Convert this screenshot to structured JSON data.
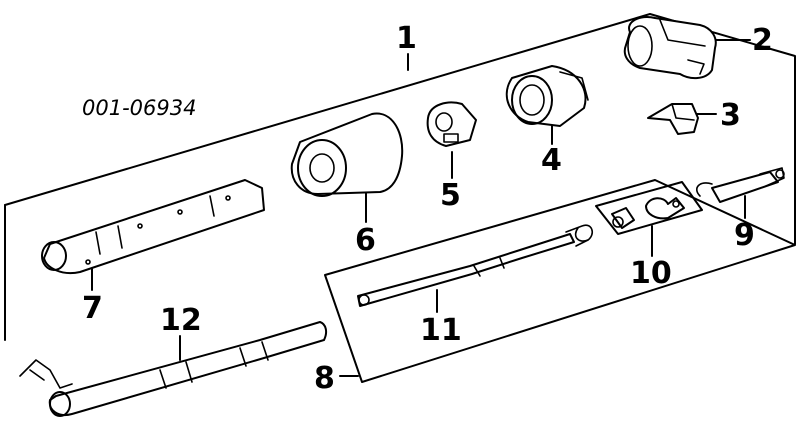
{
  "diagram": {
    "part_code": "001-06934",
    "callouts": [
      "1",
      "2",
      "3",
      "4",
      "5",
      "6",
      "7",
      "8",
      "9",
      "10",
      "11",
      "12"
    ]
  }
}
